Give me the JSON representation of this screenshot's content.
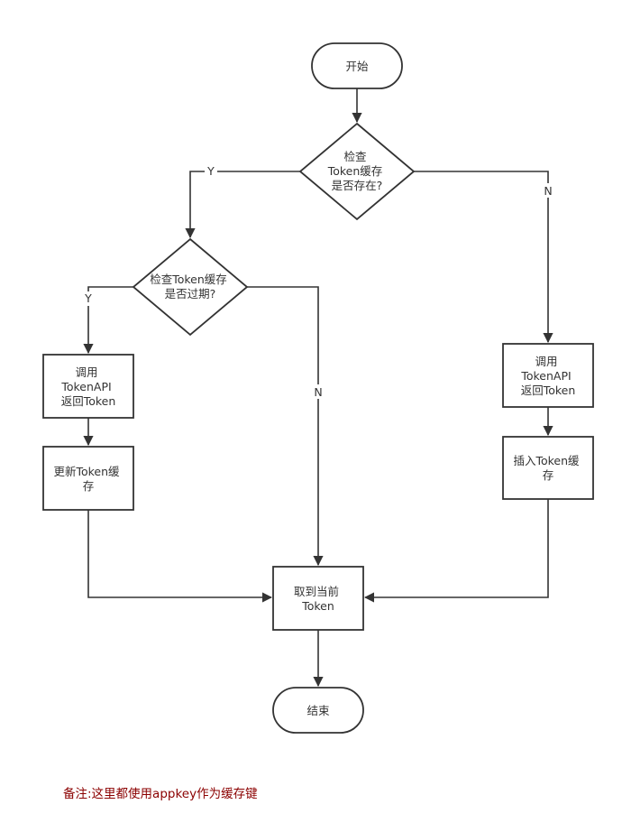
{
  "nodes": {
    "start": {
      "lines": [
        "开始"
      ]
    },
    "check_cache": {
      "lines": [
        "检查",
        "Token缓存",
        "是否存在?"
      ]
    },
    "check_expired": {
      "lines": [
        "检查Token缓存",
        "是否过期?"
      ]
    },
    "call_api_left": {
      "lines": [
        "调用",
        "TokenAPI",
        "返回Token"
      ]
    },
    "update_cache": {
      "lines": [
        "更新Token缓",
        "存"
      ]
    },
    "call_api_right": {
      "lines": [
        "调用",
        "TokenAPI",
        "返回Token"
      ]
    },
    "insert_cache": {
      "lines": [
        "插入Token缓",
        "存"
      ]
    },
    "get_token": {
      "lines": [
        "取到当前",
        "Token"
      ]
    },
    "end": {
      "lines": [
        "结束"
      ]
    }
  },
  "edges": {
    "cache_yes": "Y",
    "cache_no": "N",
    "expired_yes": "Y",
    "expired_no": "N"
  },
  "note": "备注:这里都使用appkey作为缓存键"
}
